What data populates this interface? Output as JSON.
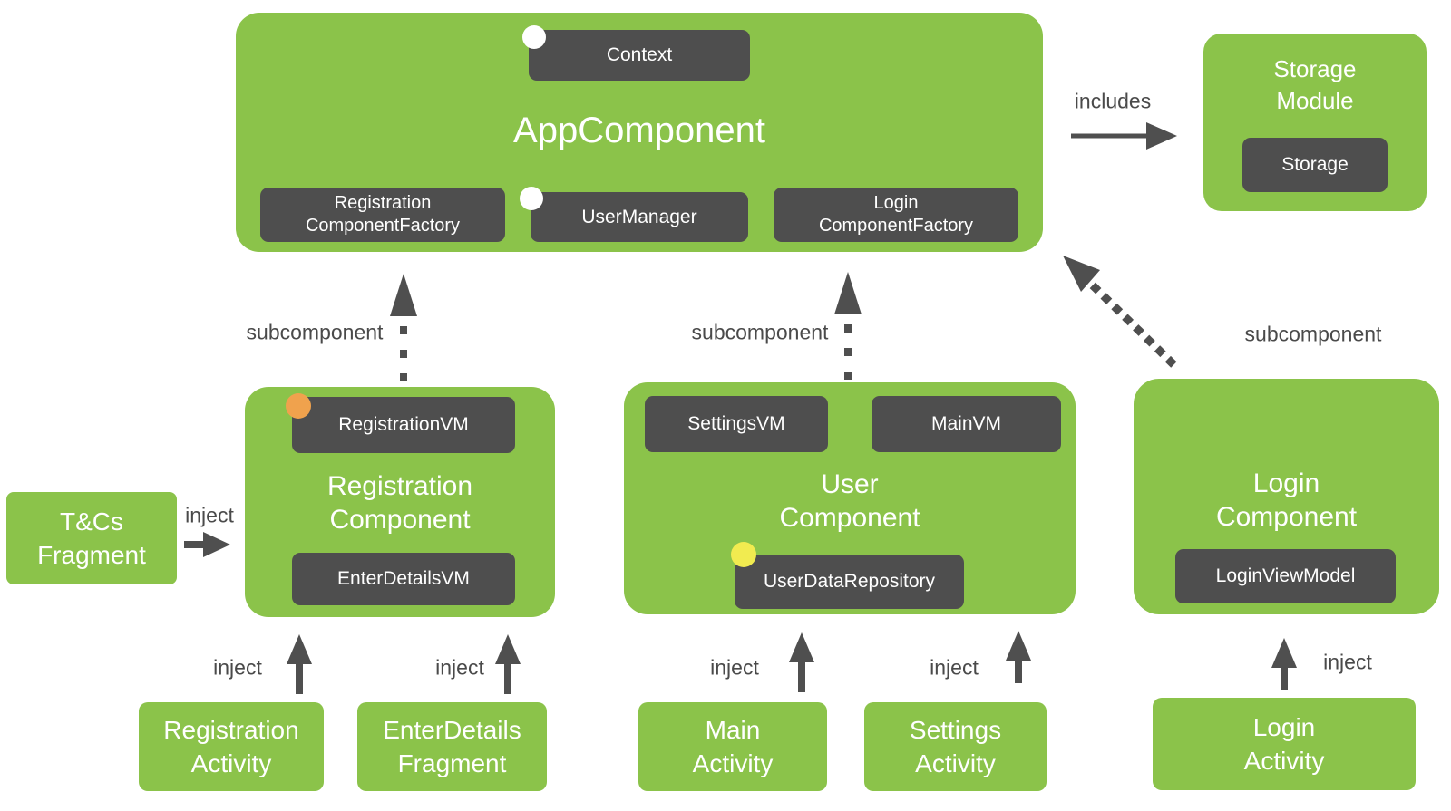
{
  "colors": {
    "green": "#8BC34A",
    "dark_box": "#4E4E4E",
    "arrow_gray": "#4F4F4F",
    "label_gray": "#4A4A4A",
    "scope_white": "#FFFFFF",
    "scope_orange": "#F0A24D",
    "scope_yellow": "#F1EB50"
  },
  "app_component": {
    "title": "AppComponent",
    "context_label": "Context",
    "registration_factory_label": "Registration\nComponentFactory",
    "user_manager_label": "UserManager",
    "login_factory_label": "Login\nComponentFactory"
  },
  "storage_module": {
    "title": "Storage\nModule",
    "storage_label": "Storage"
  },
  "registration_component": {
    "title": "Registration\nComponent",
    "registration_vm_label": "RegistrationVM",
    "enter_details_vm_label": "EnterDetailsVM"
  },
  "user_component": {
    "title": "User\nComponent",
    "settings_vm_label": "SettingsVM",
    "main_vm_label": "MainVM",
    "user_data_repository_label": "UserDataRepository"
  },
  "login_component": {
    "title": "Login\nComponent",
    "login_view_model_label": "LoginViewModel"
  },
  "tcs_fragment": {
    "title": "T&Cs\nFragment"
  },
  "activities": {
    "registration_activity": "Registration\nActivity",
    "enterdetails_fragment": "EnterDetails\nFragment",
    "main_activity": "Main\nActivity",
    "settings_activity": "Settings\nActivity",
    "login_activity": "Login\nActivity"
  },
  "edges": {
    "includes_label": "includes",
    "subcomponent_left_label": "subcomponent",
    "subcomponent_middle_label": "subcomponent",
    "subcomponent_right_label": "subcomponent",
    "inject_tcs_label": "inject",
    "inject_registration_label": "inject",
    "inject_enterdetails_label": "inject",
    "inject_main_label": "inject",
    "inject_settings_label": "inject",
    "inject_login_label": "inject"
  }
}
